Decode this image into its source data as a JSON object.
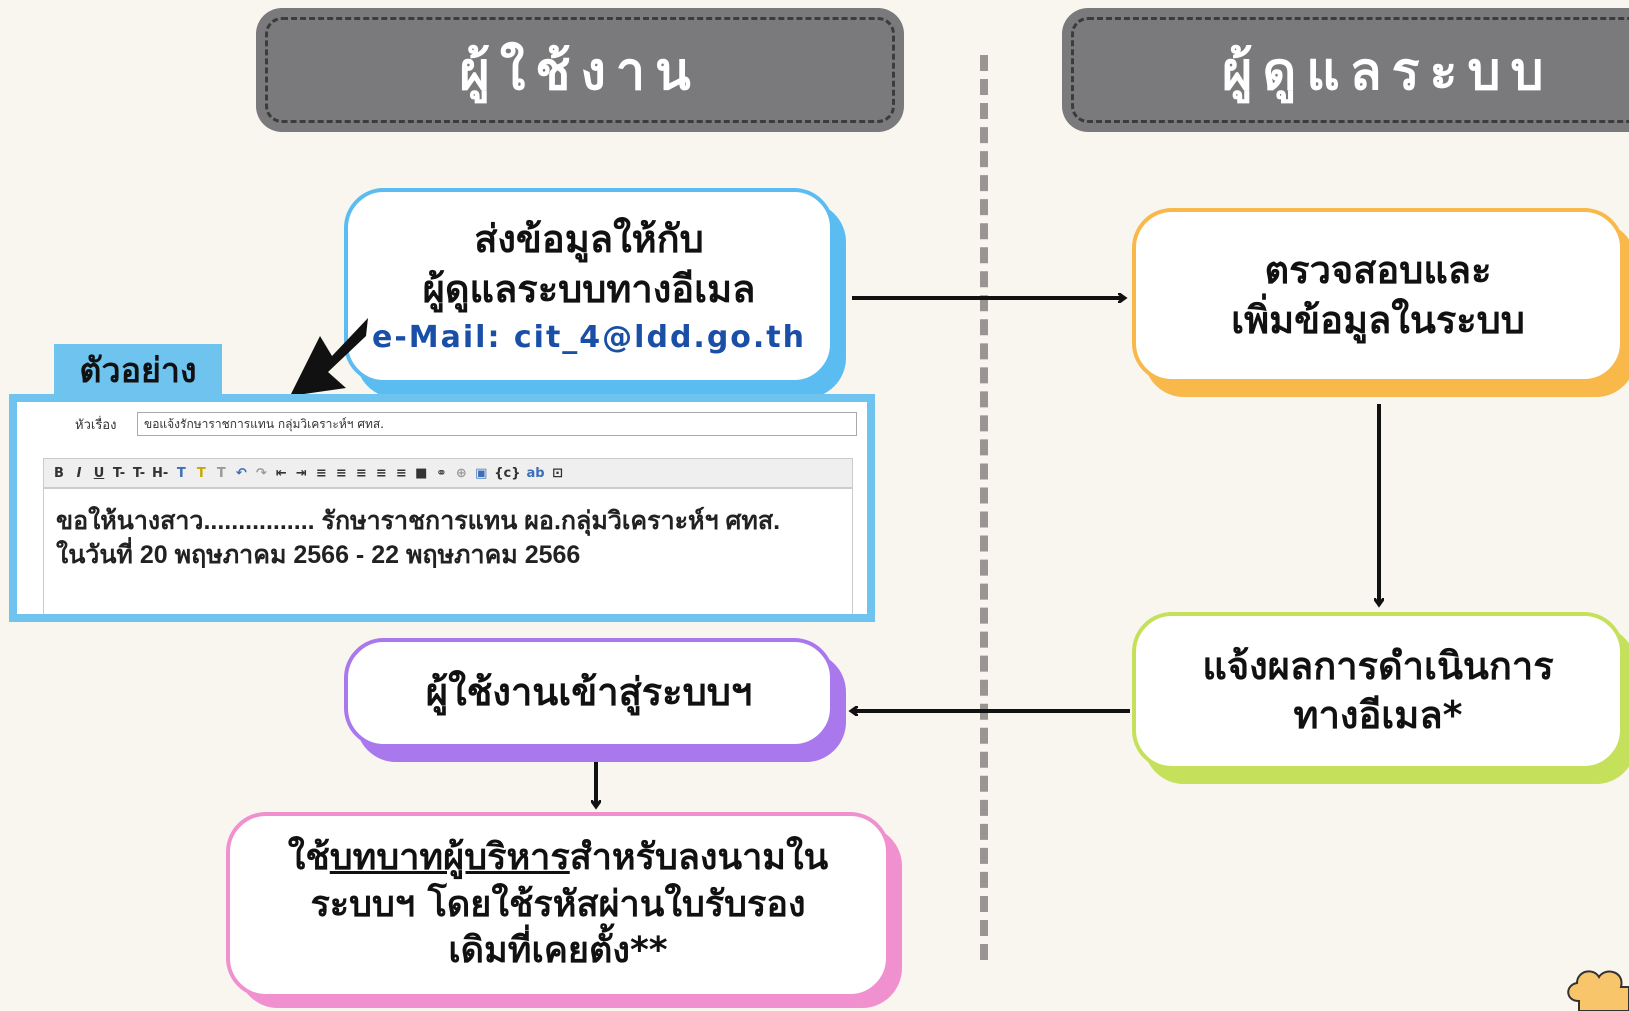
{
  "lanes": {
    "user": "ผู้ใช้งาน",
    "admin": "ผู้ดูแลระบบ"
  },
  "boxes": {
    "send_email": {
      "line1": "ส่งข้อมูลให้กับ",
      "line2": "ผู้ดูแลระบบทางอีเมล",
      "email": "e-Mail: cit_4@ldd.go.th"
    },
    "check": {
      "line1": "ตรวจสอบและ",
      "line2": "เพิ่มข้อมูลในระบบ"
    },
    "notify": {
      "line1": "แจ้งผลการดำเนินการ",
      "line2": "ทางอีเมล*"
    },
    "login": {
      "text": "ผู้ใช้งานเข้าสู่ระบบฯ"
    },
    "sign": {
      "line1_pre": "ใช้",
      "line1_u": "บทบาทผู้บริหาร",
      "line1_post": "สำหรับลงนามใน",
      "line2": "ระบบฯ โดยใช้รหัสผ่านใบรับรอง",
      "line3": "เดิมที่เคยตั้ง**"
    }
  },
  "example": {
    "label": "ตัวอย่าง",
    "subject_label": "หัวเรื่อง",
    "subject_value": "ขอแจ้งรักษาราชการแทน กลุ่มวิเคราะห์ฯ ศทส.",
    "toolbar": [
      "B",
      "I",
      "U",
      "T-",
      "T-",
      "H-",
      "T",
      "T",
      "T",
      "↶",
      "↷",
      "⇤",
      "⇥",
      "≡",
      "≡",
      "≡",
      "≡",
      "≡",
      "■",
      "⚭",
      "⊕",
      "▣",
      "{c}",
      "ab",
      "⊡"
    ],
    "body_line1": "ขอให้นางสาว................ รักษาราชการแทน ผอ.กลุ่มวิเคราะห์ฯ ศทส.",
    "body_line2": "ในวันที่ 20 พฤษภาคม 2566 - 22 พฤษภาคม 2566"
  },
  "colors": {
    "background": "#f9f5ef",
    "header": "#7a7a7c",
    "blue": "#5bbcf2",
    "orange": "#f8b84a",
    "green": "#c5e05a",
    "purple": "#a878ec",
    "pink": "#f090cf",
    "example_frame": "#6ec4ee"
  }
}
